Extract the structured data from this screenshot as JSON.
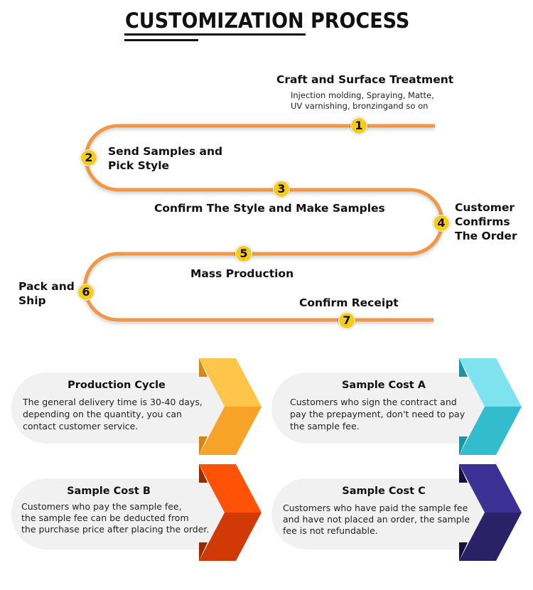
{
  "header": {
    "title": "CUSTOMIZATION PROCESS"
  },
  "process": {
    "path_color": "#f0974a",
    "badge_color": "#f6cc1c",
    "steps": [
      {
        "number": "1",
        "label": "Craft and Surface Treatment",
        "sub_lines": [
          "Injection molding, Spraying, Matte,",
          "UV varnishing, bronzingand so on"
        ]
      },
      {
        "number": "2",
        "label_lines": [
          "Send Samples and",
          "Pick Style"
        ]
      },
      {
        "number": "3",
        "label": "Confirm The Style and Make Samples"
      },
      {
        "number": "4",
        "label_lines": [
          "Customer",
          "Confirms",
          "The Order"
        ]
      },
      {
        "number": "5",
        "label": "Mass Production"
      },
      {
        "number": "6",
        "label_lines": [
          "Pack and",
          "Ship"
        ]
      },
      {
        "number": "7",
        "label": "Confirm Receipt"
      }
    ]
  },
  "cards": [
    {
      "title": "Production Cycle",
      "body_lines": [
        "The general delivery time is 30-40 days,",
        "depending on the quantity, you can",
        "contact customer service."
      ],
      "colors": {
        "top": "#fdc54a",
        "bottom": "#f6a328",
        "shade": "#d8861a"
      }
    },
    {
      "title": "Sample Cost A",
      "body_lines": [
        "Customers who sign the contract and",
        "pay the prepayment, don't need to pay",
        "the sample fee."
      ],
      "colors": {
        "top": "#7ee3ef",
        "bottom": "#33bccb",
        "shade": "#1f939f"
      }
    },
    {
      "title": "Sample Cost B",
      "body_lines": [
        "Customers who pay the sample fee,",
        "the sample fee can be deducted from",
        "the purchase price after placing the order."
      ],
      "colors": {
        "top": "#fe5206",
        "bottom": "#d13a07",
        "shade": "#9a2a04"
      }
    },
    {
      "title": "Sample Cost C",
      "body_lines": [
        "Customers who have paid the sample fee",
        "and have not placed an order, the sample",
        "fee is not refundable."
      ],
      "colors": {
        "top": "#3b3195",
        "bottom": "#2a2266",
        "shade": "#15113a"
      }
    }
  ]
}
